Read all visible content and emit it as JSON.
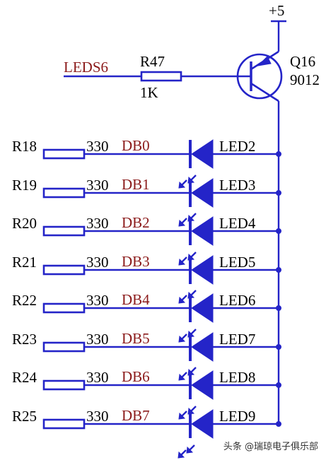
{
  "supply": {
    "label": "+5"
  },
  "transistor": {
    "ref": "Q16",
    "part": "9012"
  },
  "input": {
    "net": "LEDS6"
  },
  "base_resistor": {
    "ref": "R47",
    "value": "1K"
  },
  "led_rows": [
    {
      "resistor": "R18",
      "value": "330",
      "net": "DB0",
      "led": "LED2"
    },
    {
      "resistor": "R19",
      "value": "330",
      "net": "DB1",
      "led": "LED3"
    },
    {
      "resistor": "R20",
      "value": "330",
      "net": "DB2",
      "led": "LED4"
    },
    {
      "resistor": "R21",
      "value": "330",
      "net": "DB3",
      "led": "LED5"
    },
    {
      "resistor": "R22",
      "value": "330",
      "net": "DB4",
      "led": "LED6"
    },
    {
      "resistor": "R23",
      "value": "330",
      "net": "DB5",
      "led": "LED7"
    },
    {
      "resistor": "R24",
      "value": "330",
      "net": "DB6",
      "led": "LED8"
    },
    {
      "resistor": "R25",
      "value": "330",
      "net": "DB7",
      "led": "LED9"
    }
  ],
  "watermark": {
    "text": "头条 @瑞琼电子俱乐部"
  },
  "colors": {
    "wire": "#2424c8",
    "net_label": "#8b1a1a",
    "text": "#000000"
  }
}
